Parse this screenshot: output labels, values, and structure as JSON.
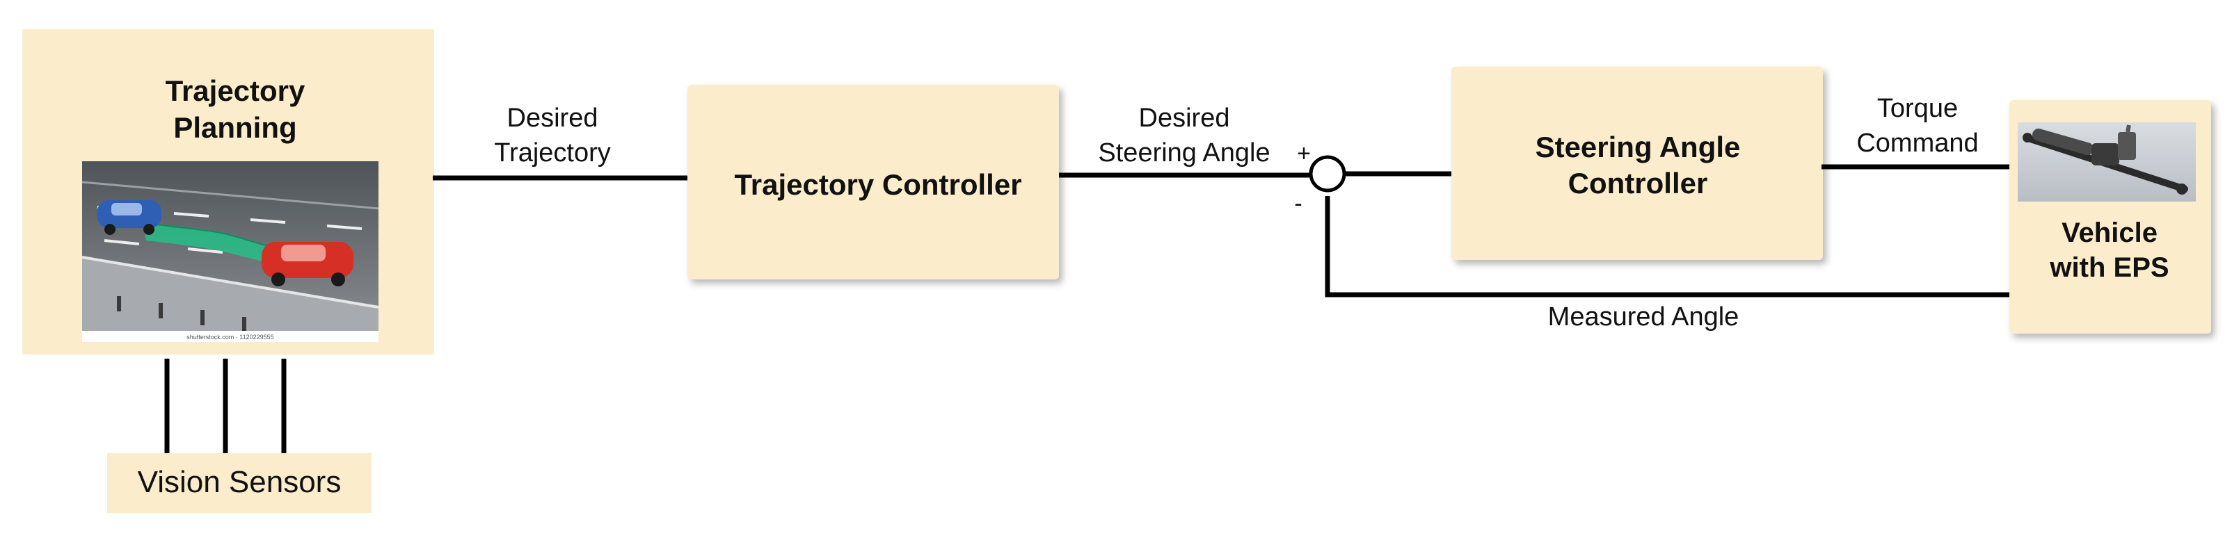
{
  "colors": {
    "block_fill": "#fbeccb",
    "line": "#000000",
    "road": "#6b6f73",
    "lane_path": "#21c48a",
    "car_red": "#d62f25",
    "car_blue": "#2f5fb5"
  },
  "blocks": {
    "trajectory_planning": {
      "line1": "Trajectory",
      "line2": "Planning",
      "image_icon": "road-lane-change-photo",
      "image_caption": "shutterstock.com · 1120229555"
    },
    "trajectory_controller": {
      "label": "Trajectory Controller"
    },
    "steering_angle_controller": {
      "line1": "Steering Angle",
      "line2": "Controller"
    },
    "vehicle_eps": {
      "line1": "Vehicle",
      "line2": "with EPS",
      "image_icon": "steering-rack-photo"
    },
    "vision_sensors": {
      "label": "Vision Sensors"
    }
  },
  "signals": {
    "desired_trajectory": {
      "line1": "Desired",
      "line2": "Trajectory"
    },
    "desired_steering_angle": {
      "line1": "Desired",
      "line2": "Steering Angle"
    },
    "torque_command": {
      "line1": "Torque",
      "line2": "Command"
    },
    "measured_angle": {
      "label": "Measured Angle"
    }
  },
  "summing_junction": {
    "plus_sign": "+",
    "minus_sign": "-"
  }
}
